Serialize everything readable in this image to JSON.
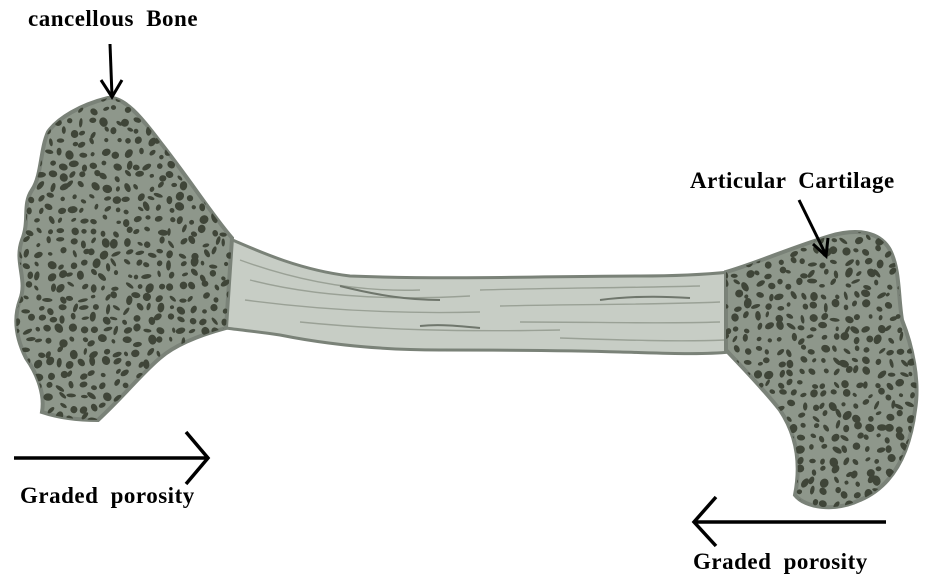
{
  "labels": {
    "cancellous_bone": "cancellous Bone",
    "articular_cartilage": "Articular Cartilage",
    "graded_porosity_left": "Graded porosity",
    "graded_porosity_right": "Graded porosity"
  },
  "colors": {
    "background": "#ffffff",
    "bone_fill": "#8e978b",
    "bone_outline": "#7a8278",
    "shaft_fill": "#c7cdc5",
    "pore_fill": "#3f4538",
    "line": "#000000"
  }
}
